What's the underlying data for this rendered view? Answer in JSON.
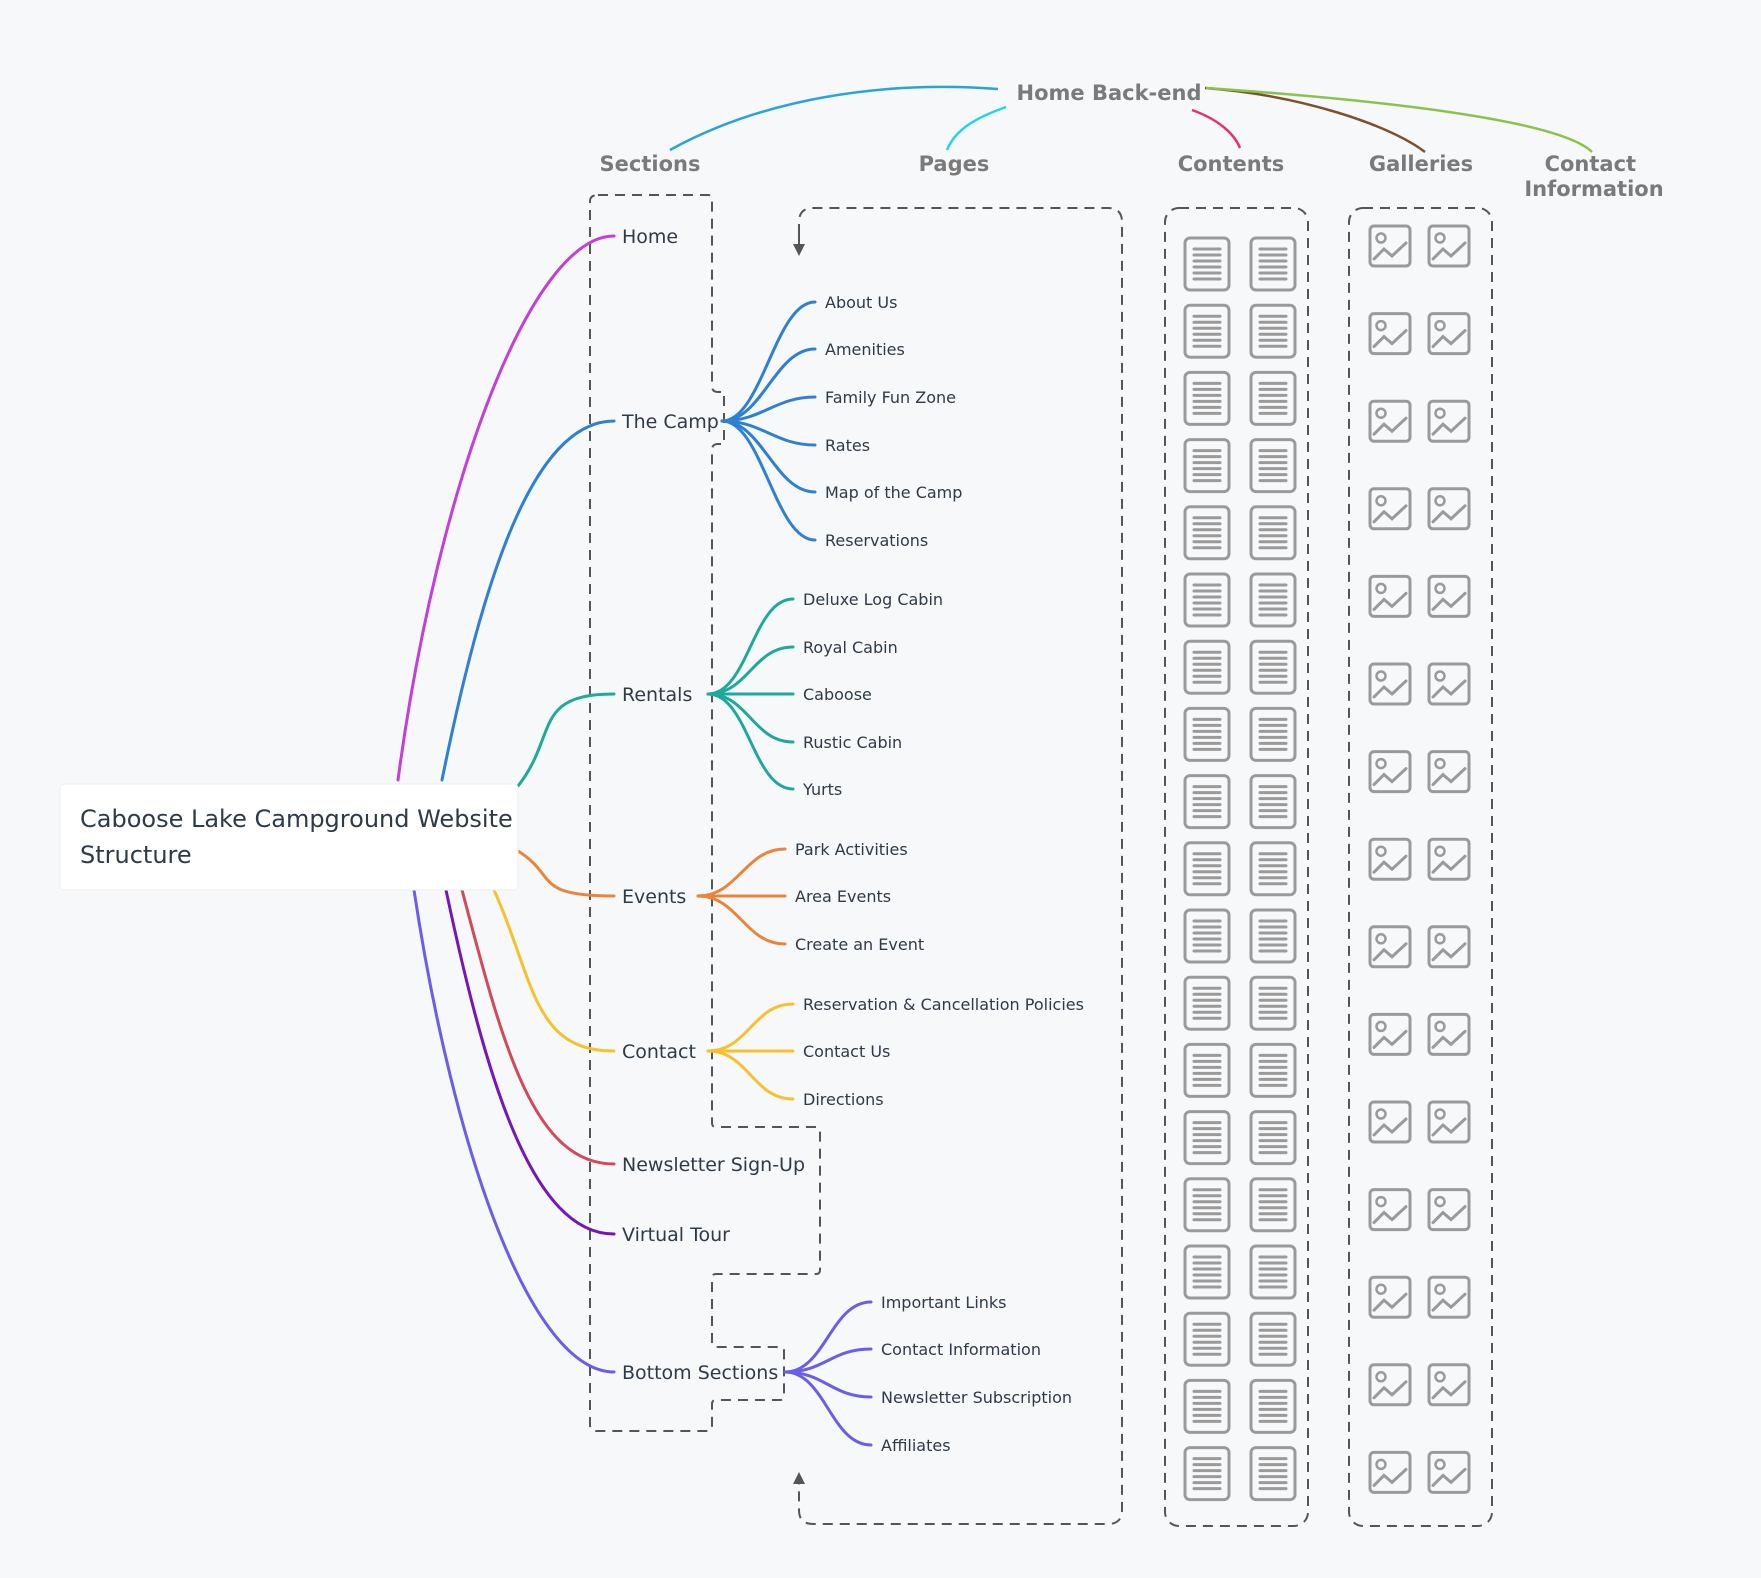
{
  "root": {
    "label_line1": "Caboose Lake Campground Website",
    "label_line2": "Structure"
  },
  "backend": {
    "title": "Home Back-end",
    "columns": [
      {
        "label": "Sections",
        "color": "#2aa4d8"
      },
      {
        "label": "Pages",
        "color": "#22d3ee"
      },
      {
        "label": "Contents",
        "color": "#e0336f"
      },
      {
        "label": "Galleries",
        "color": "#7a5230"
      },
      {
        "label": "Contact",
        "label_line2": "Information",
        "color": "#8bc34a"
      }
    ]
  },
  "sections": [
    {
      "label": "Home",
      "color": "#c23fd8",
      "pages": []
    },
    {
      "label": "The Camp",
      "color": "#2f80d1",
      "pages": [
        "About Us",
        "Amenities",
        "Family Fun Zone",
        "Rates",
        "Map of the Camp",
        "Reservations"
      ]
    },
    {
      "label": "Rentals",
      "color": "#1fa99a",
      "pages": [
        "Deluxe Log Cabin",
        "Royal Cabin",
        "Caboose",
        "Rustic Cabin",
        "Yurts"
      ]
    },
    {
      "label": "Events",
      "color": "#e8853a",
      "pages": [
        "Park Activities",
        "Area Events",
        "Create an Event"
      ]
    },
    {
      "label": "Contact",
      "color": "#f5c12e",
      "pages": [
        "Reservation & Cancellation Policies",
        "Contact Us",
        "Directions"
      ]
    },
    {
      "label": "Newsletter Sign-Up",
      "color": "#d04a5c",
      "pages": []
    },
    {
      "label": "Virtual Tour",
      "color": "#7416b8",
      "pages": []
    },
    {
      "label": "Bottom Sections",
      "color": "#6a5ee8",
      "pages": [
        "Important Links",
        "Contact Information",
        "Newsletter Subscription",
        "Affiliates"
      ]
    }
  ],
  "icons": {
    "content": "document-icon",
    "gallery": "image-icon"
  }
}
